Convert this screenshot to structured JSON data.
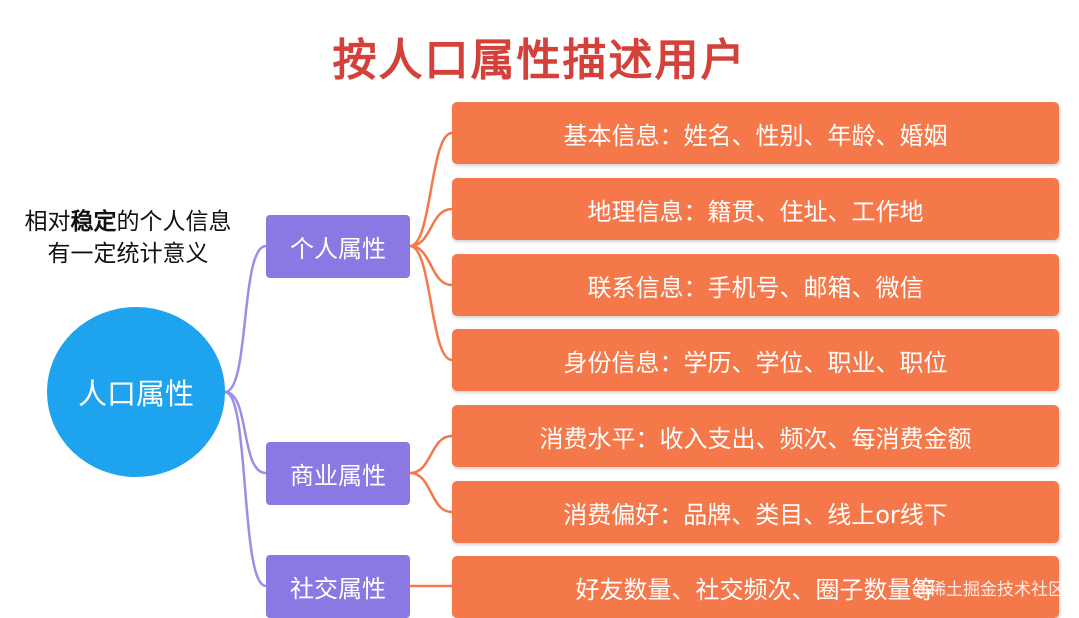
{
  "title": "按人口属性描述用户",
  "note": {
    "line1_pre": "相对",
    "line1_bold": "稳定",
    "line1_post": "的个人信息",
    "line2": "有一定统计意义"
  },
  "root": {
    "label": "人口属性"
  },
  "categories": [
    {
      "label": "个人属性"
    },
    {
      "label": "商业属性"
    },
    {
      "label": "社交属性"
    }
  ],
  "leaves": [
    {
      "label": "基本信息：姓名、性别、年龄、婚姻"
    },
    {
      "label": "地理信息：籍贯、住址、工作地"
    },
    {
      "label": "联系信息：手机号、邮箱、微信"
    },
    {
      "label": "身份信息：学历、学位、职业、职位"
    },
    {
      "label": "消费水平：收入支出、频次、每消费金额"
    },
    {
      "label": "消费偏好：品牌、类目、线上or线下"
    },
    {
      "label": "好友数量、社交频次、圈子数量等"
    }
  ],
  "watermark": "@稀土掘金技术社区",
  "colors": {
    "title": "#d4403a",
    "root": "#1ea3ef",
    "category": "#8c78e2",
    "leaf": "#f5784a",
    "link_root": "#9b8ee6",
    "link_leaf": "#f5784a"
  }
}
